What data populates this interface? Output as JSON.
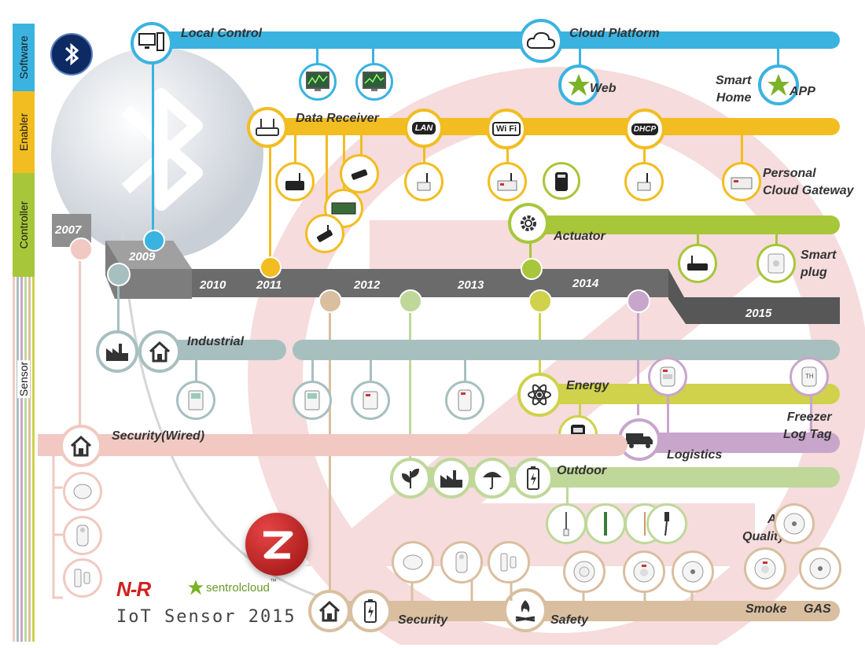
{
  "categories": {
    "software": "Software",
    "enabler": "Enabler",
    "controller": "Controller",
    "sensor": "Sensor"
  },
  "labels": {
    "local_control": "Local Control",
    "cloud_platform": "Cloud Platform",
    "web": "Web",
    "smart_home": "Smart\nHome",
    "app": "APP",
    "data_receiver": "Data Receiver",
    "lan": "LAN",
    "wifi": "Wi Fi",
    "dhcp": "DHCP",
    "personal_cloud_gateway": "Personal\nCloud Gateway",
    "actuator": "Actuator",
    "smart_plug": "Smart\nplug",
    "industrial": "Industrial",
    "energy": "Energy",
    "freezer_log_tag": "Freezer\nLog Tag",
    "security_wired": "Security(Wired)",
    "logistics": "Logistics",
    "outdoor": "Outdoor",
    "air_quality": "Air\nQuality",
    "smoke": "Smoke",
    "gas": "GAS",
    "security": "Security",
    "safety": "Safety"
  },
  "years": [
    "2007",
    "2009",
    "2010",
    "2011",
    "2012",
    "2013",
    "2014",
    "2015"
  ],
  "brand": {
    "nhr": "N-R",
    "sentrolcloud": "sentrolcloud",
    "tm": "™",
    "footer": "IoT Sensor 2015"
  },
  "colors": {
    "software": "#3ab3e0",
    "enabler": "#f2bd20",
    "controller": "#a8c63a",
    "timeline": "#6b6b6b",
    "industrial": "#a8bfc0",
    "energy": "#cfd24a",
    "logistics": "#c8a6cc",
    "outdoor": "#bfd89a",
    "security_wired": "#f1c9c2",
    "security": "#d9bfa0"
  }
}
